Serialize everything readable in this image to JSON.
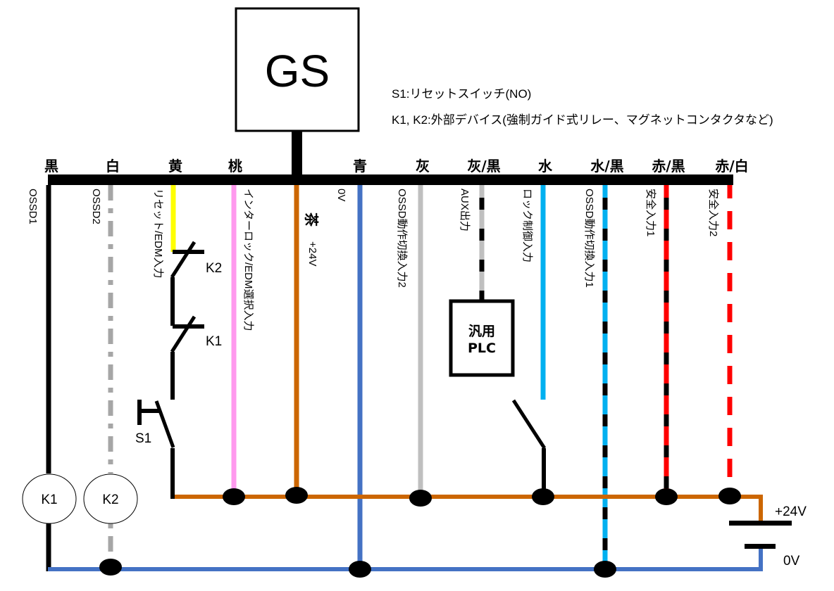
{
  "device": {
    "label": "GS"
  },
  "notes": [
    "S1:リセットスイッチ(NO)",
    "K1, K2:外部デバイス(強制ガイド式リレー、マグネットコンタクタなど)"
  ],
  "wires": [
    {
      "id": "black",
      "color_name": "黒",
      "function": "OSSD1",
      "colors": [
        "#000000"
      ],
      "style": "solid"
    },
    {
      "id": "white",
      "color_name": "白",
      "function": "OSSD2",
      "colors": [
        "#a6a6a6"
      ],
      "style": "dashdot"
    },
    {
      "id": "yellow",
      "color_name": "黄",
      "function": "リセット/EDM入力",
      "colors": [
        "#ffff00"
      ],
      "style": "solid"
    },
    {
      "id": "pink",
      "color_name": "桃",
      "function": "インターロック/EDM選択入力",
      "colors": [
        "#ff99ee"
      ],
      "style": "solid"
    },
    {
      "id": "brown",
      "color_name": "茶",
      "function": "+24V",
      "colors": [
        "#cc6600"
      ],
      "style": "solid"
    },
    {
      "id": "blue",
      "color_name": "青",
      "function": "0V",
      "colors": [
        "#4472c4"
      ],
      "style": "solid"
    },
    {
      "id": "gray",
      "color_name": "灰",
      "function": "OSSD動作切換入力2",
      "colors": [
        "#bfbfbf"
      ],
      "style": "solid"
    },
    {
      "id": "gray-black",
      "color_name": "灰/黒",
      "function": "AUX出力",
      "colors": [
        "#bfbfbf",
        "#000000"
      ],
      "style": "striped"
    },
    {
      "id": "cyan",
      "color_name": "水",
      "function": "ロック制御入力",
      "colors": [
        "#00b0f0"
      ],
      "style": "solid"
    },
    {
      "id": "cyan-black",
      "color_name": "水/黒",
      "function": "OSSD動作切換入力1",
      "colors": [
        "#00b0f0",
        "#000000"
      ],
      "style": "striped"
    },
    {
      "id": "red-black",
      "color_name": "赤/黒",
      "function": "安全入力1",
      "colors": [
        "#ff0000",
        "#000000"
      ],
      "style": "striped"
    },
    {
      "id": "red-white",
      "color_name": "赤/白",
      "function": "安全入力2",
      "colors": [
        "#ff0000",
        "#ffffff"
      ],
      "style": "striped"
    }
  ],
  "components": {
    "k1_coil": "K1",
    "k2_coil": "K2",
    "k1_contact": "K1",
    "k2_contact": "K2",
    "reset_switch": "S1",
    "plc_line1": "汎用",
    "plc_line2": "PLC"
  },
  "power": {
    "positive": "+24V",
    "negative": "0V"
  },
  "colors": {
    "line": "#000000",
    "plus_rail": "#cc6600",
    "zero_rail": "#4472c4"
  }
}
